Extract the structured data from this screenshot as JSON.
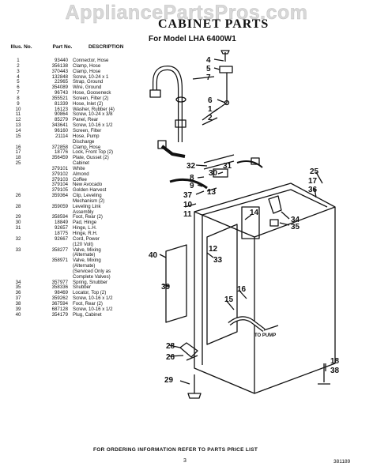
{
  "watermark": "AppliancePartsPros.com",
  "title": "CABINET PARTS",
  "model": "For Model LHA 6400W1",
  "headers": {
    "illus": "Illus. No.",
    "part": "Part No.",
    "desc": "DESCRIPTION"
  },
  "parts": [
    [
      "1",
      "93440",
      "Connector, Hose"
    ],
    [
      "2",
      "356138",
      "Clamp, Hose"
    ],
    [
      "3",
      "370443",
      "Clamp, Hose"
    ],
    [
      "4",
      "132848",
      "Screw, 10-24 x 1"
    ],
    [
      "5",
      "22965",
      "Strap, Ground"
    ],
    [
      "6",
      "354089",
      "Wire, Ground"
    ],
    [
      "7",
      "96743",
      "Hose, Gooseneck"
    ],
    [
      "8",
      "355521",
      "Screen, Filter (2)"
    ],
    [
      "9",
      "81339",
      "Hose, Inlet (2)"
    ],
    [
      "10",
      "16123",
      "Washer, Rubber (4)"
    ],
    [
      "11",
      "90864",
      "Screw, 10-24 x 3/8"
    ],
    [
      "12",
      "85279",
      "Panel, Rear"
    ],
    [
      "13",
      "343641",
      "Screw, 10-16 x 1/2"
    ],
    [
      "14",
      "96160",
      "Screen, Filter"
    ],
    [
      "15",
      "21114",
      "Hose, Pump"
    ],
    [
      "",
      "",
      "Discharge"
    ],
    [
      "16",
      "372858",
      "Clamp, Hose"
    ],
    [
      "17",
      "18776",
      "Lock, Front Top (2)"
    ],
    [
      "18",
      "356459",
      "Plate, Gusset (2)"
    ],
    [
      "25",
      "",
      "Cabinet"
    ],
    [
      "",
      "379101",
      "White"
    ],
    [
      "",
      "379102",
      "Almond"
    ],
    [
      "",
      "379103",
      "Coffee"
    ],
    [
      "",
      "379104",
      "New Avocado"
    ],
    [
      "",
      "379105",
      "Golden Harvest"
    ],
    [
      "26",
      "359364",
      "Clip, Leveling"
    ],
    [
      "",
      "",
      "Mechanism (2)"
    ],
    [
      "28",
      "359059",
      "Leveling Link"
    ],
    [
      "",
      "",
      "Assembly"
    ],
    [
      "29",
      "358594",
      "Foot, Rear (2)"
    ],
    [
      "30",
      "18849",
      "Pad, Hinge"
    ],
    [
      "31",
      "92657",
      "Hinge, L.H."
    ],
    [
      "",
      "18775",
      "Hinge, R.H."
    ],
    [
      "32",
      "92667",
      "Cord, Power"
    ],
    [
      "",
      "",
      "(120 Volt)"
    ],
    [
      "33",
      "358277",
      "Valve, Mixing"
    ],
    [
      "",
      "",
      "(Alternate)"
    ],
    [
      "",
      "358971",
      "Valve, Mixing"
    ],
    [
      "",
      "",
      "(Alternate)"
    ],
    [
      "",
      "",
      "(Serviced Only as"
    ],
    [
      "",
      "",
      "Complete Valves)"
    ],
    [
      "34",
      "357977",
      "Spring, Snubber"
    ],
    [
      "35",
      "358336",
      "Snubber"
    ],
    [
      "36",
      "98469",
      "Locator, Top (2)"
    ],
    [
      "37",
      "359262",
      "Screw, 10-16 x 1/2"
    ],
    [
      "38",
      "367594",
      "Foot, Rear (2)"
    ],
    [
      "39",
      "687128",
      "Screw, 10-16 x 1/2"
    ],
    [
      "40",
      "354179",
      "Plug, Cabinet"
    ]
  ],
  "callouts": {
    "c4": "4",
    "c5": "5",
    "c7": "7",
    "c6": "6",
    "c1": "1",
    "c2": "2",
    "c32": "32",
    "c30": "30",
    "c31": "31",
    "c8": "8",
    "c9": "9",
    "c37": "37",
    "c10": "10",
    "c11": "11",
    "c13": "13",
    "c14": "14",
    "c12": "12",
    "c34": "34",
    "c35": "35",
    "c25": "25",
    "c17": "17",
    "c36": "36",
    "c40": "40",
    "c33": "33",
    "c39": "39",
    "c16": "16",
    "c15": "15",
    "c28": "28",
    "c26": "26",
    "c29": "29",
    "c18": "18",
    "c38": "38"
  },
  "to_pump": "TO PUMP",
  "footer": "FOR ORDERING INFORMATION REFER TO PARTS PRICE LIST",
  "page_number": "3",
  "doc_code": "381189"
}
